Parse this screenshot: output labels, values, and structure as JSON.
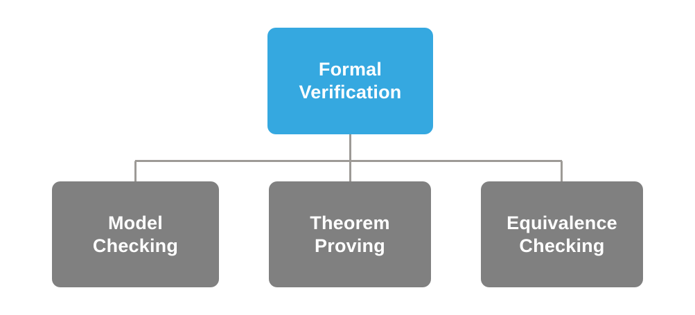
{
  "diagram": {
    "type": "hierarchy-tree",
    "title": "Formal Verification",
    "background_color": "#ffffff",
    "connector_color": "#9d9a96",
    "connector_width": 3,
    "root": {
      "id": "formal-verification",
      "label": "Formal\nVerification",
      "line1": "Formal",
      "line2": "Verification",
      "fill_color": "#35a8e0",
      "text_color": "#ffffff"
    },
    "children": [
      {
        "id": "model-checking",
        "label": "Model\nChecking",
        "line1": "Model",
        "line2": "Checking",
        "fill_color": "#808080",
        "text_color": "#ffffff"
      },
      {
        "id": "theorem-proving",
        "label": "Theorem\nProving",
        "line1": "Theorem",
        "line2": "Proving",
        "fill_color": "#808080",
        "text_color": "#ffffff"
      },
      {
        "id": "equivalence-checking",
        "label": "Equivalence\nChecking",
        "line1": "Equivalence",
        "line2": "Checking",
        "fill_color": "#808080",
        "text_color": "#ffffff"
      }
    ]
  }
}
